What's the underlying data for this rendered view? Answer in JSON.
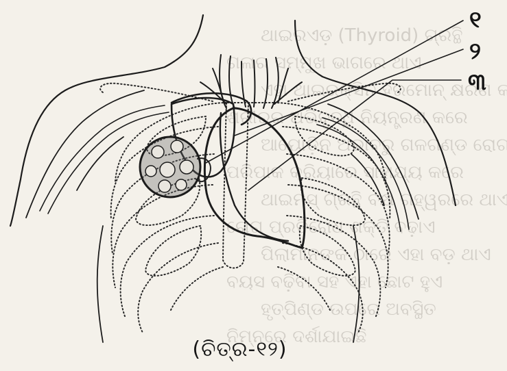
{
  "labels": {
    "l1": "୧",
    "l2": "୨",
    "l3": "୩"
  },
  "caption": "(ଚିତ୍ର-୧୨)",
  "background_text": [
    "ଥାଇରଏଡ଼ (Thyroid) ଗ୍ରନ୍ଥି",
    "ଗଳାର ସମ୍ମୁଖ ଭାଗରେ ଥାଏ",
    "ଏହା ଥାଇରକ୍ସିନ ହରମୋନ୍ କ୍ଷରଣ କରେ",
    "ଶରୀରର ଅଭିବୃଦ୍ଧି ନିୟନ୍ତ୍ରଣ କରେ",
    "ଆୟୋଡ଼ିନ ଅଭାବରୁ ଗଳଗଣ୍ଡ ରୋଗ ହୁଏ",
    "ପରିପାକ କ୍ରିୟାରେ ସାହାଯ୍ୟ କରେ",
    "ଥାଇମସ୍ ଗ୍ରନ୍ଥି ବକ୍ଷ ଗହ୍ୱରରେ ଥାଏ",
    "ରୋଗ ପ୍ରତିରୋଧ ଶକ୍ତି ବଢ଼ାଏ",
    "ପିଲାମାନଙ୍କ ଠାରେ ଏହା ବଡ଼ ଥାଏ",
    "ବୟସ ବଢ଼ିବା ସହ ଏହା ଛୋଟ ହୁଏ",
    "ହୃତ୍ପିଣ୍ଡ ଉପରେ ଅବସ୍ଥିତ",
    "ନିମ୍ନରେ ଦର୍ଶାଯାଇଛି"
  ]
}
